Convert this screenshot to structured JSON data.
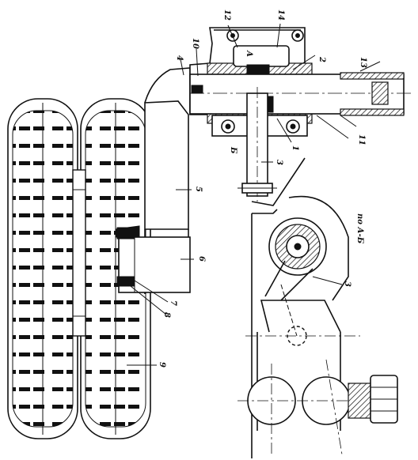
{
  "drawing": {
    "labels": {
      "l1": "1",
      "l2": "2",
      "l3a": "3",
      "l3b": "3",
      "l4": "4",
      "l5": "5",
      "l6": "6",
      "l7": "7",
      "l8": "8",
      "l9": "9",
      "l10": "10",
      "l11": "11",
      "l12": "12",
      "l13": "13",
      "l14": "14",
      "section_tag": "Б",
      "section_mark": "А",
      "section_caption": "по А-Б"
    }
  }
}
